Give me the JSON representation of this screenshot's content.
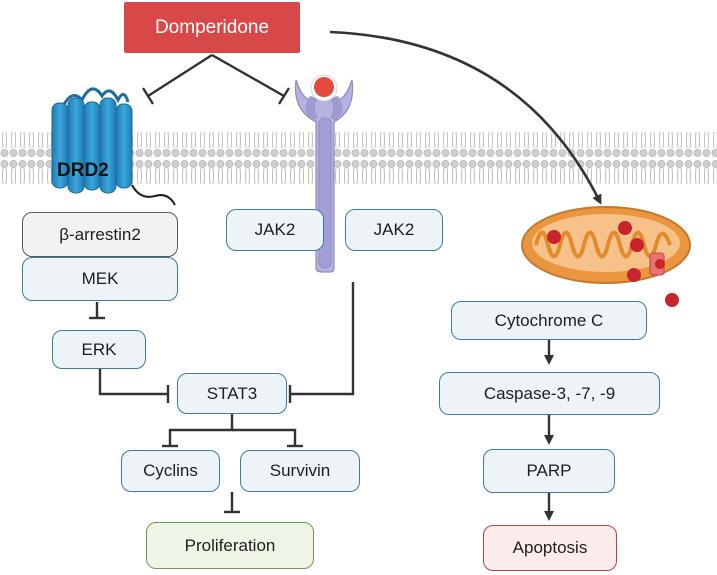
{
  "drug": "Domperidone",
  "receptor": "DRD2",
  "left_pathway": {
    "arrestin": "β-arrestin2",
    "mek": "MEK",
    "erk": "ERK"
  },
  "jak": {
    "left": "JAK2",
    "right": "JAK2"
  },
  "center": {
    "stat3": "STAT3",
    "cyclins": "Cyclins",
    "survivin": "Survivin",
    "proliferation": "Proliferation"
  },
  "right_pathway": {
    "cytochrome": "Cytochrome C",
    "caspase": "Caspase-3, -7, -9",
    "parp": "PARP",
    "apoptosis": "Apoptosis"
  },
  "colors": {
    "drug_box": "#d84848",
    "receptor": "#2a8fc4",
    "jak_receptor": "#a9a6d6",
    "mitochondria": "#e9963e",
    "apoptosis_border": "#b8444a",
    "proliferation_border": "#6aa04a",
    "box_border": "#3d7ca3"
  }
}
